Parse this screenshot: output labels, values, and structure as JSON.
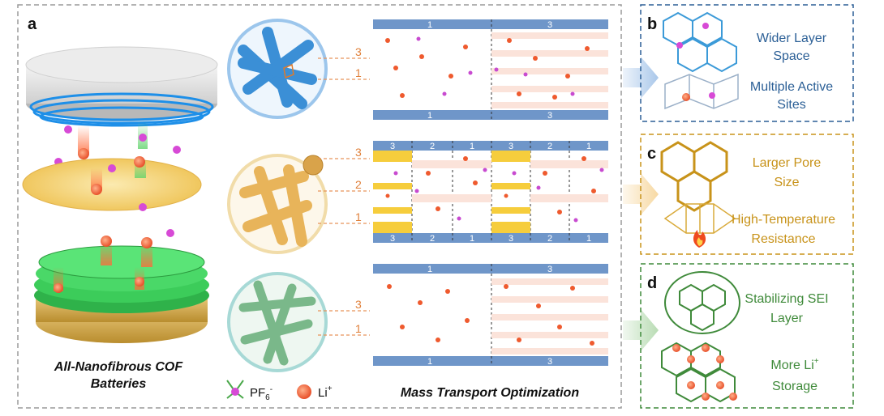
{
  "panel_a": {
    "letter": "a",
    "battery_caption_line1": "All-Nanofibrous COF",
    "battery_caption_line2": "Batteries",
    "legend_pf6": "PF",
    "legend_pf6_sub": "6",
    "legend_pf6_sup": "-",
    "legend_li": "Li",
    "legend_li_sup": "+",
    "transport_caption": "Mass Transport Optimization",
    "fiber_rows": [
      {
        "color": "#3b8fd6",
        "pore_labels": [
          "3",
          "1"
        ]
      },
      {
        "color": "#e8b45a",
        "pore_labels": [
          "3",
          "2",
          "1"
        ]
      },
      {
        "color": "#7ab88a",
        "pore_labels": [
          "3",
          "1"
        ]
      }
    ],
    "channel_rows": [
      {
        "segments": [
          "1",
          "3"
        ]
      },
      {
        "segments": [
          "3",
          "2",
          "1",
          "3",
          "2",
          "1"
        ]
      },
      {
        "segments": [
          "1",
          "3"
        ]
      }
    ]
  },
  "panel_b": {
    "letter": "b",
    "color": "#2b5f96",
    "label1_line1": "Wider Layer",
    "label1_line2": "Space",
    "label2_line1": "Multiple Active",
    "label2_line2": "Sites"
  },
  "panel_c": {
    "letter": "c",
    "color": "#c8931a",
    "label1_line1": "Larger Pore",
    "label1_line2": "Size",
    "label2_line1": "High-Temperature",
    "label2_line2": "Resistance"
  },
  "panel_d": {
    "letter": "d",
    "color": "#3f8a3a",
    "label1_line1": "Stabilizing SEI",
    "label1_line2": "Layer",
    "label2_line1": "More Li",
    "label2_line1_sup": "+",
    "label2_line2": "Storage"
  }
}
